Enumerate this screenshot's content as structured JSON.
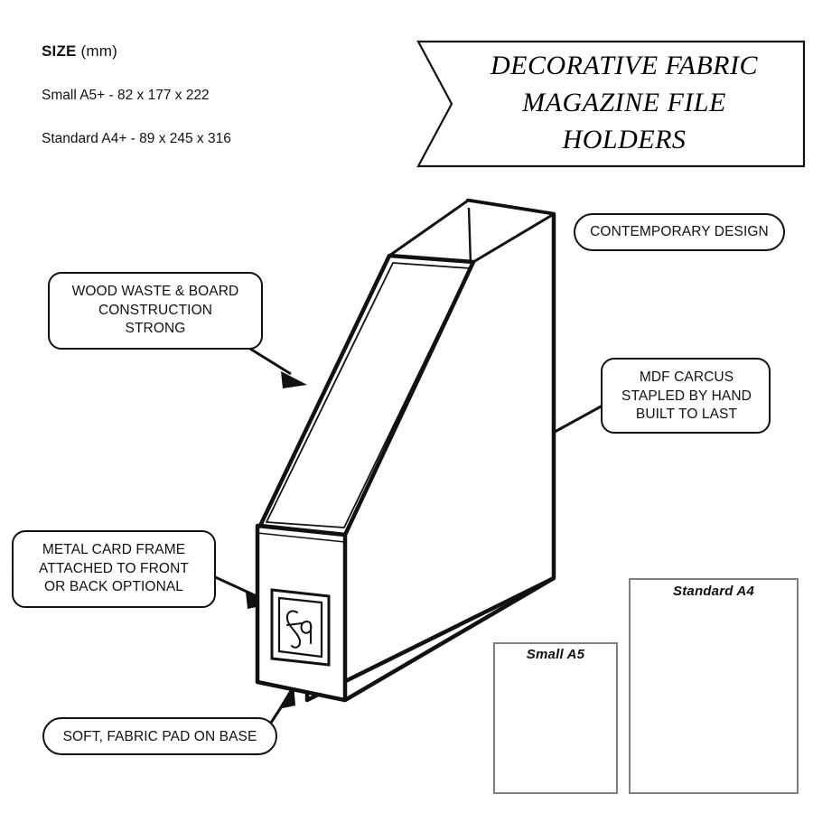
{
  "page": {
    "background": "#ffffff",
    "ink": "#111111",
    "size_box_border": "#808080"
  },
  "size_spec": {
    "heading_bold": "SIZE",
    "heading_rest": " (mm)",
    "lines": [
      "Small A5+ - 82 x 177 x 222",
      "Standard A4+ - 89 x 245 x 316"
    ]
  },
  "banner": {
    "title_lines": [
      "DECORATIVE FABRIC",
      "MAGAZINE FILE",
      "HOLDERS"
    ]
  },
  "callouts": {
    "wood": {
      "text": "WOOD WASTE & BOARD\nCONSTRUCTION\nSTRONG",
      "shape": "rounded-rect"
    },
    "contemporary": {
      "text": "CONTEMPORARY DESIGN",
      "shape": "pill"
    },
    "mdf": {
      "text": "MDF CARCUS\nSTAPLED BY HAND\nBUILT TO LAST",
      "shape": "rounded-rect"
    },
    "metal_frame": {
      "text": "METAL CARD FRAME\nATTACHED TO FRONT\nOR BACK OPTIONAL",
      "shape": "rounded-rect"
    },
    "fabric_pad": {
      "text": "SOFT, FABRIC PAD ON BASE",
      "shape": "pill"
    }
  },
  "size_comparison": {
    "boxes": [
      {
        "label": "Small A5"
      },
      {
        "label": "Standard A4"
      }
    ]
  },
  "product": {
    "name": "magazine-file-holder",
    "card_frame_mark": "script-monogram"
  }
}
